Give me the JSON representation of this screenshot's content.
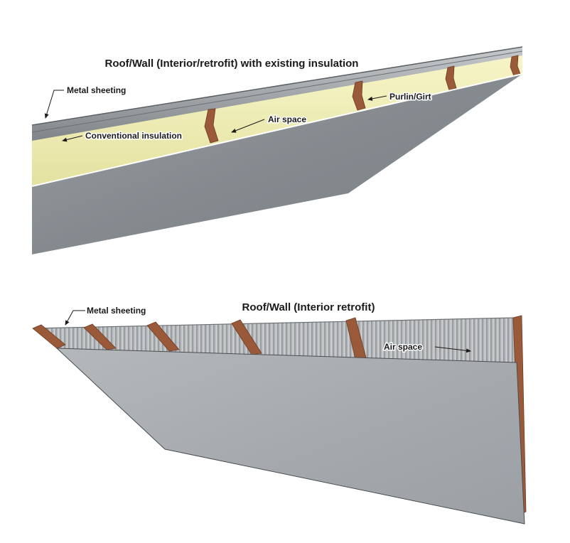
{
  "diagram1": {
    "title": "Roof/Wall (Interior/retrofit) with existing insulation",
    "labels": {
      "metal_sheeting": "Metal sheeting",
      "conventional_insulation": "Conventional insulation",
      "air_space": "Air space",
      "purlin_girt": "Purlin/Girt"
    }
  },
  "diagram2": {
    "title": "Roof/Wall (Interior retrofit)",
    "labels": {
      "metal_sheeting": "Metal sheeting",
      "air_space": "Air space"
    }
  },
  "colors": {
    "panel": "#8c9094",
    "insulation": "#f2f0b4",
    "purlin": "#9a5a3a",
    "sheeting": "#9fa3a6",
    "background": "#ffffff"
  }
}
